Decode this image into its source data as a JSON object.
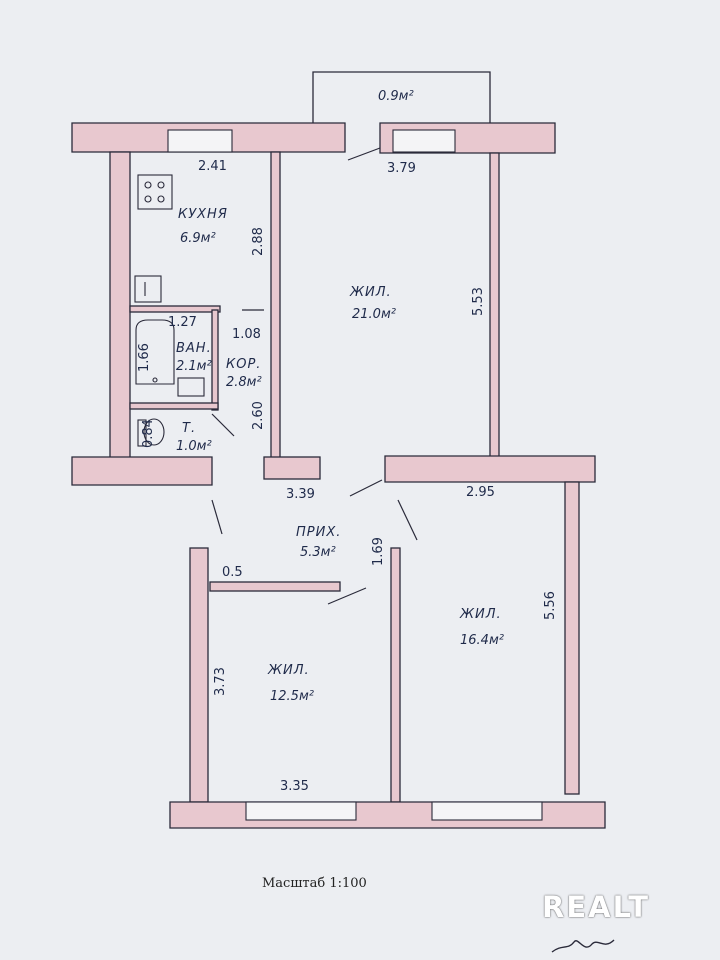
{
  "plan": {
    "balcony": {
      "area": "0.9м²"
    },
    "kitchen": {
      "name": "КУХНЯ",
      "area": "6.9м²",
      "width": "2.41",
      "length": "2.88"
    },
    "living_1": {
      "name": "ЖИЛ.",
      "area": "21.0м²",
      "width": "3.79",
      "length": "5.53"
    },
    "bath": {
      "name": "ВАН.",
      "area": "2.1м²",
      "width": "1.27",
      "length": "1.66"
    },
    "corridor": {
      "name": "КОР.",
      "area": "2.8м²",
      "width": "1.08",
      "length": "2.60"
    },
    "toilet": {
      "name": "Т.",
      "area": "1.0м²",
      "length": "0.84"
    },
    "hall": {
      "name": "ПРИХ.",
      "area": "5.3м²",
      "width": "3.39",
      "length": "1.69",
      "niche": "0.5"
    },
    "living_2": {
      "name": "ЖИЛ.",
      "area": "12.5м²",
      "width": "3.35",
      "length": "3.73"
    },
    "living_3": {
      "name": "ЖИЛ.",
      "area": "16.4м²",
      "width": "2.95",
      "length": "5.56"
    }
  },
  "footer": {
    "scale": "Масштаб 1:100",
    "brand": "REALT"
  },
  "colors": {
    "wall_fill": "#e8c8cf",
    "wall_stroke": "#2a2a3a",
    "ink": "#1f2a4a",
    "paper": "#eceef2"
  }
}
